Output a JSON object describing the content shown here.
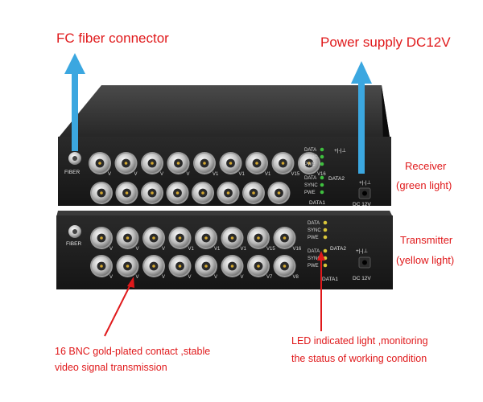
{
  "callouts": {
    "fiber": "FC fiber connector",
    "power": "Power supply DC12V",
    "receiver": [
      "Receiver",
      "(green light)"
    ],
    "transmitter": [
      "Transmitter",
      "(yellow light)"
    ],
    "bnc": [
      "16 BNC gold-plated contact ,stable",
      "video signal transmission"
    ],
    "led": [
      "LED indicated light ,monitoring",
      "the status of working condition"
    ]
  },
  "device_labels": {
    "fiber": "FIBER",
    "leds": [
      "DATA",
      "SYNC",
      "PWE"
    ],
    "data1": "DATA1",
    "data2": "DATA2",
    "dc": "DC 12V",
    "polarity": "+|-|⊥",
    "bnc_top": [
      "V",
      "V",
      "V",
      "V",
      "V1",
      "V1",
      "V1",
      "V15",
      "V16"
    ],
    "bnc_bottom": [
      "V",
      "V",
      "V",
      "V",
      "V",
      "V",
      "V7",
      "V8"
    ]
  },
  "colors": {
    "callout": "#e0191b",
    "arrow_blue": "#3ba7e0",
    "arrow_red": "#e0191b",
    "receiver_led": "#3fbf3f",
    "transmitter_led": "#d9c63a",
    "chassis": "#1e1e1e"
  }
}
